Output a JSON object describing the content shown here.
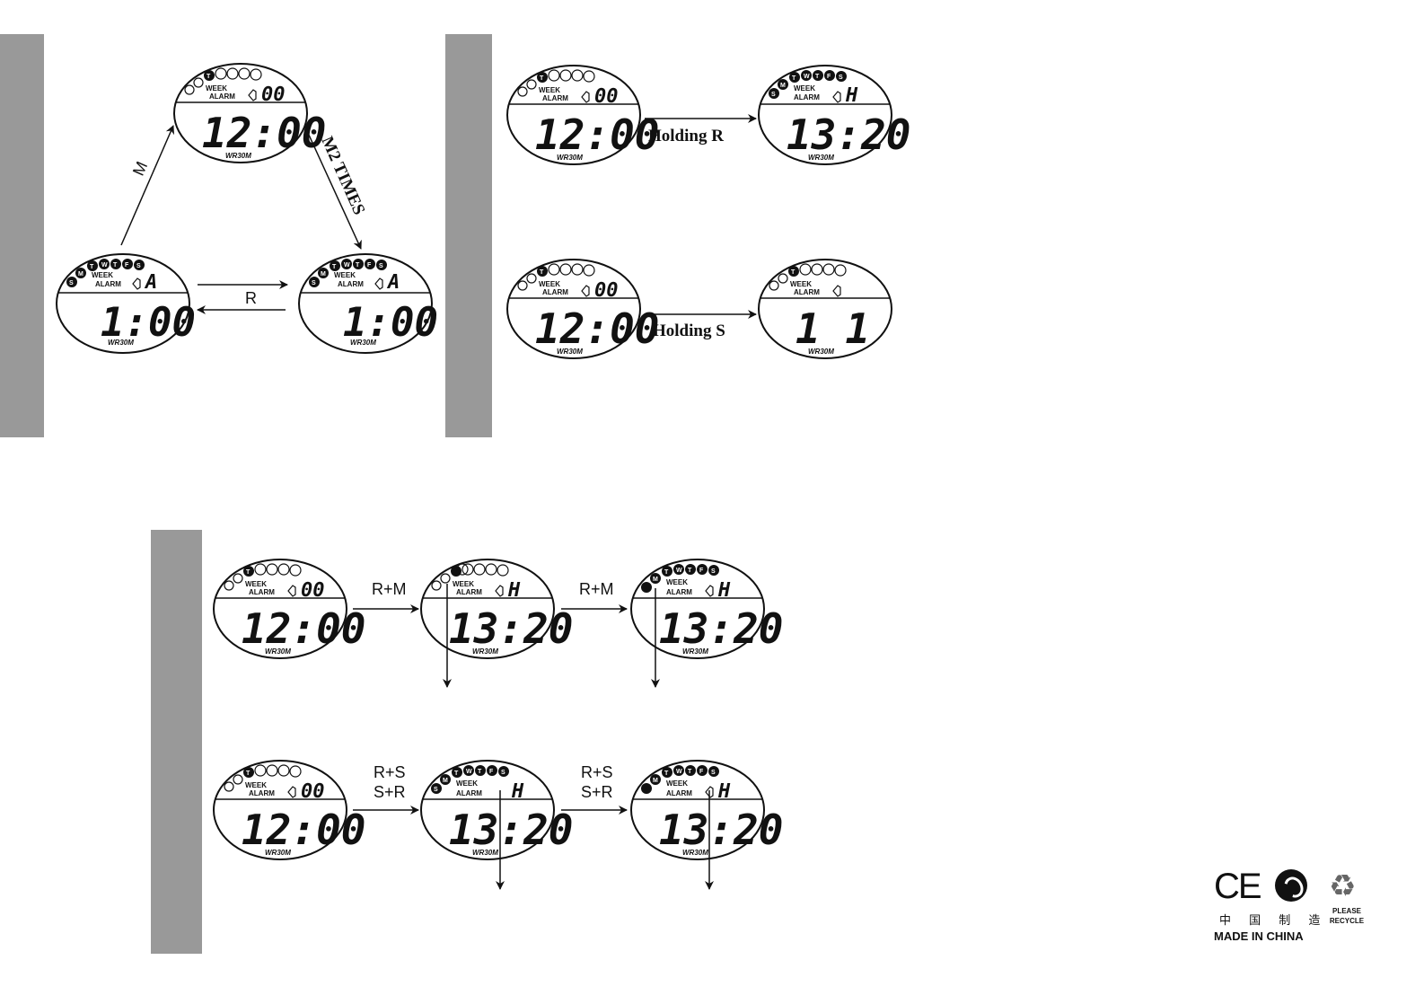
{
  "watch": {
    "week_label": "WEEK",
    "alarm_label": "ALARM",
    "model_label": "WR30M",
    "day_letters": [
      "S",
      "M",
      "T",
      "W",
      "T",
      "F",
      "S"
    ]
  },
  "diagram1": {
    "top": {
      "time": "12:00",
      "small": "00"
    },
    "left": {
      "time": "1:00",
      "small": "A"
    },
    "right": {
      "time": "1:00",
      "small": "A"
    },
    "label_m": "M",
    "label_m2": "M2 TIMES",
    "label_r": "R"
  },
  "diagram2": {
    "row1": {
      "before_time": "12:00",
      "before_small": "00",
      "label": "Holding R",
      "after_time": "13:20",
      "after_small": "H"
    },
    "row2": {
      "before_time": "12:00",
      "before_small": "00",
      "label": "Holding S",
      "after_time": "1 1",
      "after_small": ""
    }
  },
  "diagram3": {
    "row1": {
      "w1_time": "12:00",
      "w1_small": "00",
      "label1": "R+M",
      "w2_time": "13:20",
      "w2_small": "H",
      "label2": "R+M",
      "w3_time": "13:20",
      "w3_small": "H"
    },
    "row2": {
      "w1_time": "12:00",
      "w1_small": "00",
      "label1a": "R+S",
      "label1b": "S+R",
      "w2_time": "13:20",
      "w2_small": "H",
      "label2a": "R+S",
      "label2b": "S+R",
      "w3_time": "13:20",
      "w3_small": "H"
    }
  },
  "footer": {
    "ce_mark": "CE",
    "cn_text": "中 国 制 造",
    "made_in": "MADE IN CHINA",
    "please": "PLEASE",
    "recycle": "RECYCLE"
  }
}
